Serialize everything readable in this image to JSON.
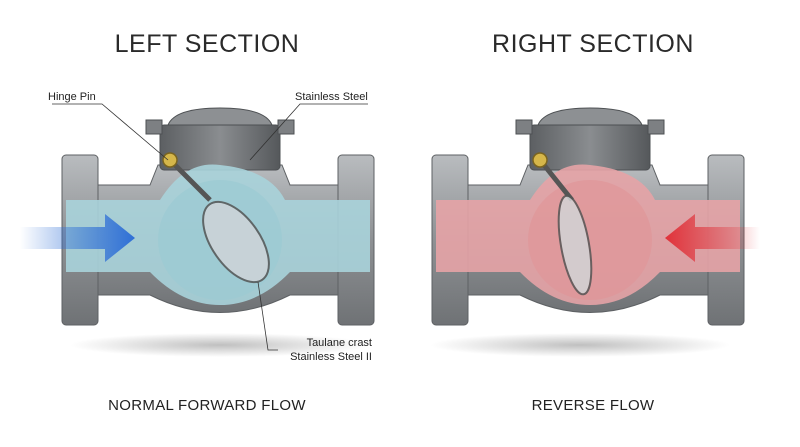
{
  "sections": {
    "left": {
      "title": "LEFT SECTION",
      "caption": "NORMAL FORWARD FLOW"
    },
    "right": {
      "title": "RIGHT SECTION",
      "caption": "REVERSE FLOW"
    }
  },
  "labels": {
    "hinge_pin": "Hinge Pin",
    "stainless_steel": "Stainless Steel",
    "taulane_line1": "Taulane crast",
    "taulane_line2": "Stainless Steel II"
  },
  "colors": {
    "forward_fluid": "#a9d3da",
    "reverse_fluid": "#e6a3a6",
    "forward_arrow": "#2f6fd6",
    "reverse_arrow": "#e0323a",
    "valve_body": "#8e9194"
  }
}
